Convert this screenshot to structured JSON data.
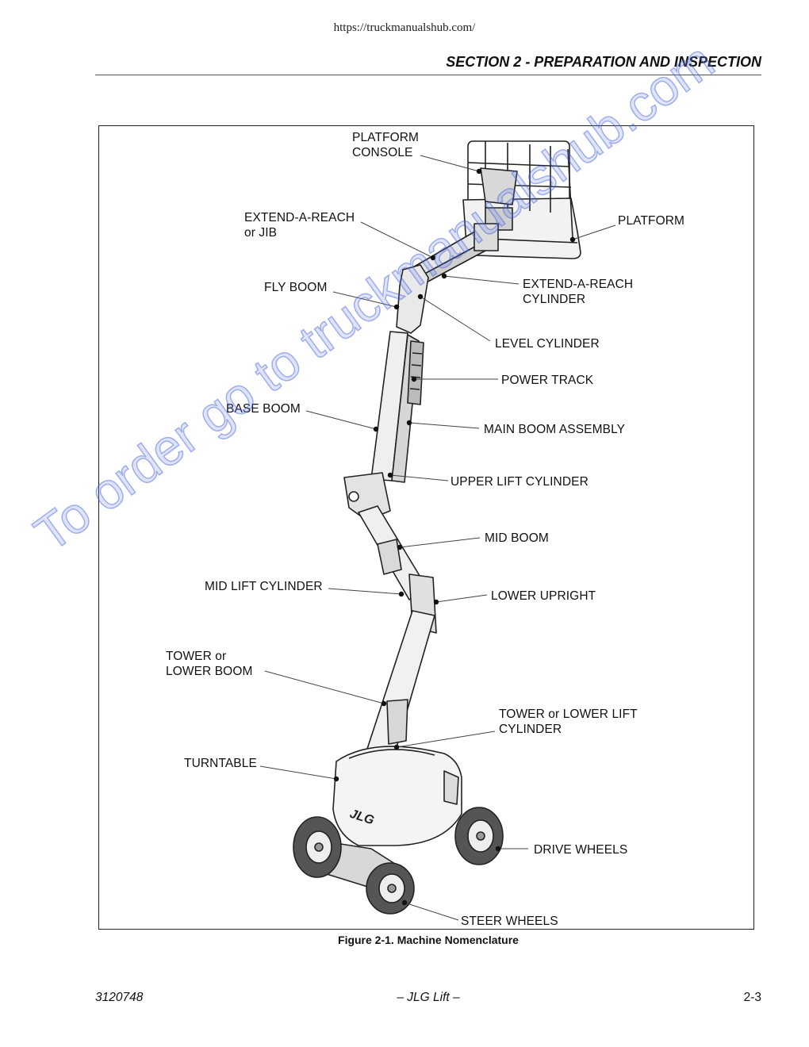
{
  "header": {
    "url": "https://truckmanualshub.com/",
    "section_title": "SECTION 2 - PREPARATION AND INSPECTION"
  },
  "figure": {
    "labels": {
      "platform_console": [
        "PLATFORM",
        "CONSOLE"
      ],
      "platform": "PLATFORM",
      "extend_a_reach": [
        "EXTEND-A-REACH",
        "or JIB"
      ],
      "extend_a_reach_cylinder": [
        "EXTEND-A-REACH",
        "CYLINDER"
      ],
      "fly_boom": "FLY BOOM",
      "level_cylinder": "LEVEL CYLINDER",
      "power_track": "POWER TRACK",
      "base_boom": "BASE BOOM",
      "main_boom_assembly": "MAIN BOOM ASSEMBLY",
      "upper_lift_cylinder": "UPPER LIFT CYLINDER",
      "mid_boom": "MID BOOM",
      "mid_lift_cylinder": "MID LIFT CYLINDER",
      "lower_upright": "LOWER UPRIGHT",
      "tower_or_lower_boom": [
        "TOWER or",
        "LOWER BOOM"
      ],
      "tower_lift_cylinder": [
        "TOWER or LOWER LIFT",
        "CYLINDER"
      ],
      "turntable": "TURNTABLE",
      "drive_wheels": "DRIVE WHEELS",
      "steer_wheels": "STEER WHEELS"
    },
    "brand_decal": "JLG",
    "caption": "Figure 2-1.  Machine Nomenclature"
  },
  "footer": {
    "doc_number": "3120748",
    "center": "– JLG Lift –",
    "page": "2-3"
  },
  "watermark": "To order go to truckmanualshub.com"
}
